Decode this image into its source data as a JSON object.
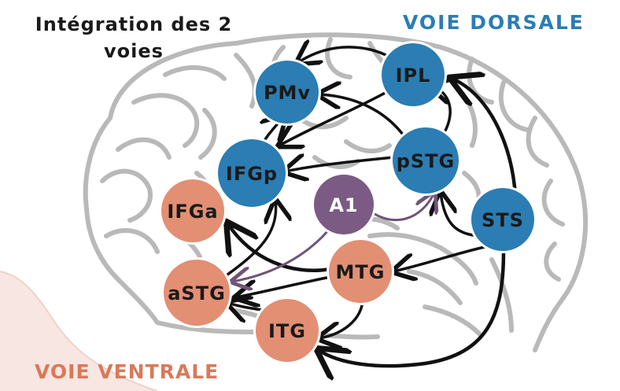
{
  "title": "Intégration des 2\nvoies",
  "labels": {
    "dorsal": "VOIE DORSALE",
    "ventral": "VOIE VENTRALE"
  },
  "colors": {
    "dorsal": "#2b7db3",
    "ventral": "#e28f74",
    "center": "#7b5a84",
    "brain": "#b9b9b9",
    "arrow": "#111111",
    "purple_arrow": "#6e5577",
    "dorsal_text": "#2b7db3",
    "ventral_text": "#d9795a"
  },
  "nodes": [
    {
      "id": "ipl",
      "label": "IPL",
      "group": "dorsal"
    },
    {
      "id": "pmv",
      "label": "PMv",
      "group": "dorsal"
    },
    {
      "id": "ifgp",
      "label": "IFGp",
      "group": "dorsal"
    },
    {
      "id": "pstg",
      "label": "pSTG",
      "group": "dorsal"
    },
    {
      "id": "sts",
      "label": "STS",
      "group": "dorsal"
    },
    {
      "id": "a1",
      "label": "A1",
      "group": "center"
    },
    {
      "id": "ifga",
      "label": "IFGa",
      "group": "ventral"
    },
    {
      "id": "astg",
      "label": "aSTG",
      "group": "ventral"
    },
    {
      "id": "mtg",
      "label": "MTG",
      "group": "ventral"
    },
    {
      "id": "itg",
      "label": "ITG",
      "group": "ventral"
    }
  ],
  "edges": [
    {
      "from": "ipl",
      "to": "pmv"
    },
    {
      "from": "ipl",
      "to": "ifgp"
    },
    {
      "from": "pstg",
      "to": "pmv"
    },
    {
      "from": "pstg",
      "to": "ifgp"
    },
    {
      "from": "pstg",
      "to": "ipl"
    },
    {
      "from": "sts",
      "to": "ipl"
    },
    {
      "from": "sts",
      "to": "pstg"
    },
    {
      "from": "sts",
      "to": "mtg"
    },
    {
      "from": "sts",
      "to": "itg"
    },
    {
      "from": "a1",
      "to": "pstg"
    },
    {
      "from": "a1",
      "to": "astg"
    },
    {
      "from": "mtg",
      "to": "astg"
    },
    {
      "from": "mtg",
      "to": "ifga"
    },
    {
      "from": "mtg",
      "to": "itg"
    },
    {
      "from": "astg",
      "to": "ifgp"
    },
    {
      "from": "itg",
      "to": "astg"
    },
    {
      "from": "ifgp",
      "to": "pmv"
    }
  ]
}
